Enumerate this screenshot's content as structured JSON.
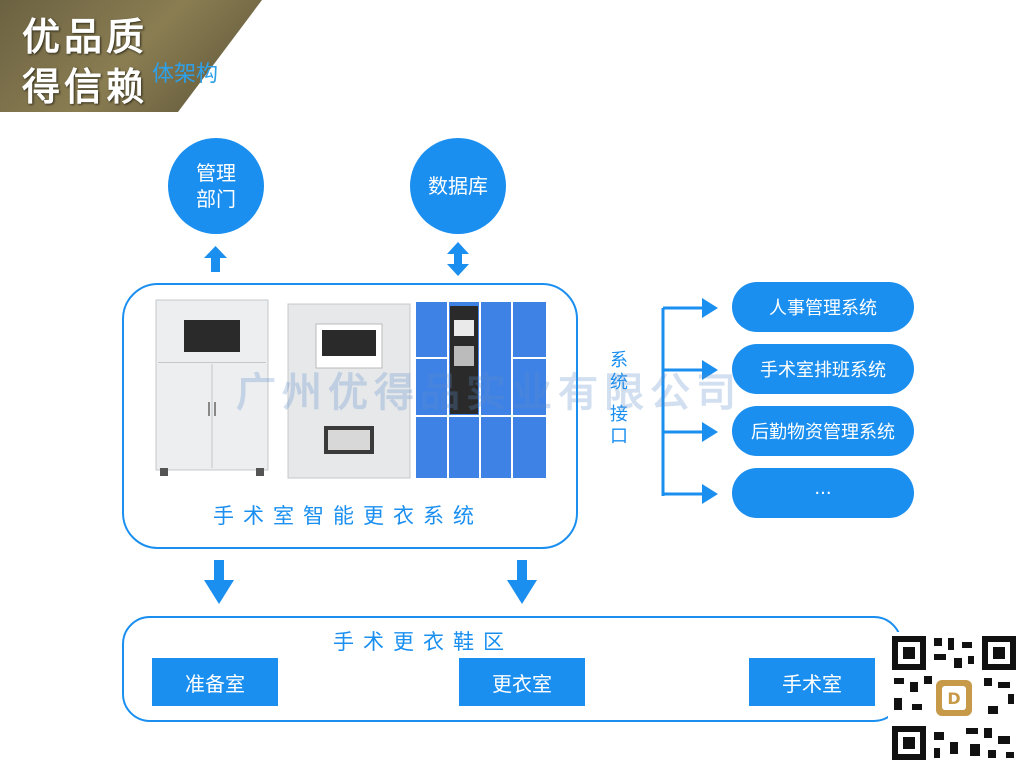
{
  "badge": {
    "line1": "优品质",
    "line2": "得信赖"
  },
  "subtitle": "体架构",
  "top_nodes": {
    "management": "管理\n部门",
    "database": "数据库"
  },
  "system": {
    "title": "手术室智能更衣系统",
    "interface_label": [
      "系",
      "统",
      "接",
      "口"
    ]
  },
  "external_systems": [
    "人事管理系统",
    "手术室排班系统",
    "后勤物资管理系统",
    "···"
  ],
  "zone": {
    "title": "手术更衣鞋区",
    "rooms": [
      "准备室",
      "更衣室",
      "手术室"
    ]
  },
  "watermark": "广州优得品实业有限公司",
  "colors": {
    "primary": "#1a8ff0",
    "badge": "#7a6f48"
  }
}
